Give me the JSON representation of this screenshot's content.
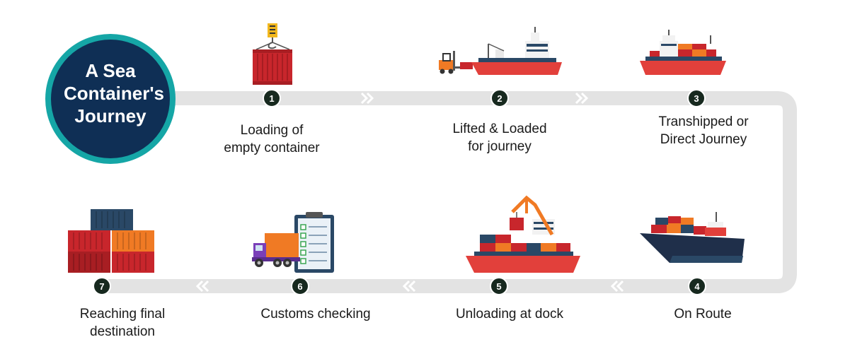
{
  "title": {
    "lines": [
      "A Sea",
      "Container's",
      "Journey"
    ]
  },
  "steps": [
    {
      "number": "1",
      "lines": [
        "Loading of",
        "empty container"
      ],
      "icon": "crane-container-icon"
    },
    {
      "number": "2",
      "lines": [
        "Lifted & Loaded",
        "for journey"
      ],
      "icon": "forklift-ship-icon"
    },
    {
      "number": "3",
      "lines": [
        "Transhipped or",
        "Direct Journey"
      ],
      "icon": "cargo-ship-icon"
    },
    {
      "number": "4",
      "lines": [
        "On Route"
      ],
      "icon": "ship-sailing-icon"
    },
    {
      "number": "5",
      "lines": [
        "Unloading at dock"
      ],
      "icon": "ship-crane-icon"
    },
    {
      "number": "6",
      "lines": [
        "Customs checking"
      ],
      "icon": "truck-checklist-icon"
    },
    {
      "number": "7",
      "lines": [
        "Reaching final",
        "destination"
      ],
      "icon": "container-stack-icon"
    }
  ],
  "colors": {
    "track": "#e3e3e3",
    "chevron": "#ffffff",
    "marker": "#17291f",
    "circle_fill": "#0f2f55",
    "circle_ring": "#15a6a6",
    "hull_red": "#e2403b",
    "container_red": "#c8262c",
    "container_orange": "#f07a24",
    "container_navy": "#2a4866"
  }
}
